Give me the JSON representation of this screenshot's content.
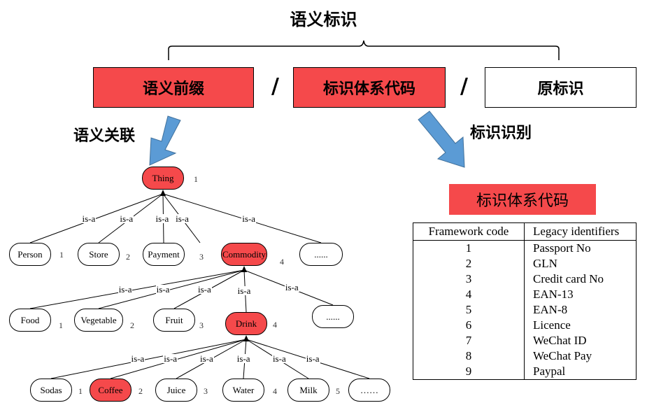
{
  "header": {
    "title": "语义标识"
  },
  "segments": [
    {
      "label": "语义前缀",
      "highlight": true
    },
    {
      "label": "标识体系代码",
      "highlight": true
    },
    {
      "label": "原标识",
      "highlight": false
    }
  ],
  "separator": "/",
  "arrow_labels": {
    "left": "语义关联",
    "right": "标识识别"
  },
  "tree": {
    "edge_label": "is-a",
    "root": {
      "label": "Thing",
      "num": "1"
    },
    "level1": [
      {
        "label": "Person",
        "num": "1"
      },
      {
        "label": "Store",
        "num": "2"
      },
      {
        "label": "Payment",
        "num": "3"
      },
      {
        "label": "Commodity",
        "num": "4"
      },
      {
        "label": "......",
        "num": ""
      }
    ],
    "level2": [
      {
        "label": "Food",
        "num": "1"
      },
      {
        "label": "Vegetable",
        "num": "2"
      },
      {
        "label": "Fruit",
        "num": "3"
      },
      {
        "label": "Drink",
        "num": "4"
      },
      {
        "label": "......",
        "num": ""
      }
    ],
    "level3": [
      {
        "label": "Sodas",
        "num": "1"
      },
      {
        "label": "Coffee",
        "num": "2"
      },
      {
        "label": "Juice",
        "num": "3"
      },
      {
        "label": "Water",
        "num": "4"
      },
      {
        "label": "Milk",
        "num": "5"
      },
      {
        "label": "……",
        "num": ""
      }
    ]
  },
  "framework": {
    "title": "标识体系代码",
    "headers": [
      "Framework code",
      "Legacy identifiers"
    ],
    "rows": [
      [
        "1",
        "Passport No"
      ],
      [
        "2",
        "GLN"
      ],
      [
        "3",
        "Credit card No"
      ],
      [
        "4",
        "EAN-13"
      ],
      [
        "5",
        "EAN-8"
      ],
      [
        "6",
        "Licence"
      ],
      [
        "7",
        "WeChat ID"
      ],
      [
        "8",
        "WeChat Pay"
      ],
      [
        "9",
        "Paypal"
      ]
    ]
  },
  "colors": {
    "highlight": "#f5494b",
    "arrow": "#5b9bd5"
  }
}
